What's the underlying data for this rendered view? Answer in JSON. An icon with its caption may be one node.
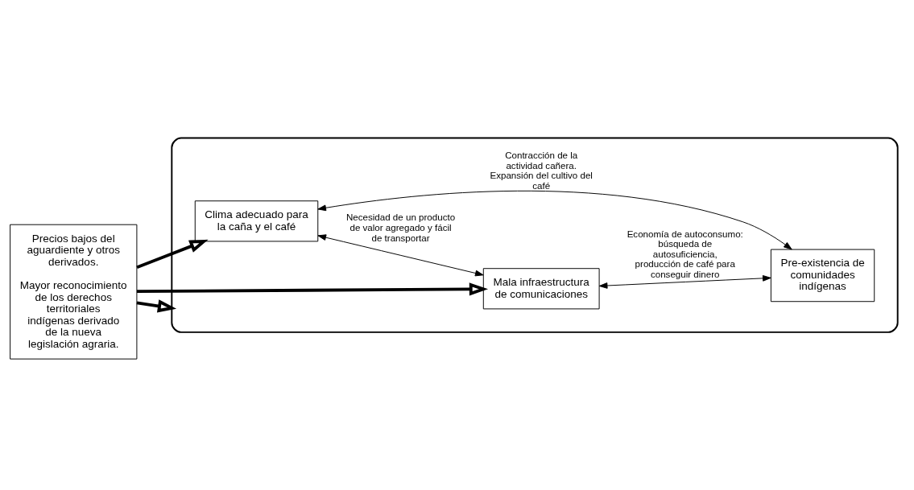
{
  "diagram": {
    "nodes": [
      {
        "text": [
          "Precios bajos del aguardiente y otros derivados.",
          "Mayor reconocimiento de los derechos territoriales indígenas derivado de la nueva legislación agraria."
        ]
      },
      {
        "text": [],
        "shape": "ellipse"
      },
      {
        "text": [
          "Clima adecuado para la caña y el café"
        ],
        "in": 1
      },
      {
        "text": [
          "Mala infraestructura de comunicaciones"
        ],
        "in": 1
      },
      {
        "text": [
          "Pre-existencia de comunidades indígenas"
        ],
        "in": 1
      }
    ],
    "edges": [
      {
        "from": 0,
        "to": 2,
        "arrow": "to",
        "style": "thick"
      },
      {
        "from": 0,
        "to": 1,
        "arrow": "to",
        "style": "thick"
      },
      {
        "from": 0,
        "to": 3,
        "arrow": "to",
        "style": "thick"
      },
      {
        "from": 2,
        "to": 4,
        "arrow": "both",
        "label": "Contracción de la actividad cañera. Expansión del cultivo del café"
      },
      {
        "from": 2,
        "to": 3,
        "arrow": "both",
        "label": "Necesidad de un producto de valor agregado y fácil de transportar"
      },
      {
        "from": 3,
        "to": 4,
        "arrow": "both",
        "label": "Economía de autoconsumo: búsqueda de autosuficiencia, producción de café para conseguir dinero"
      }
    ]
  }
}
